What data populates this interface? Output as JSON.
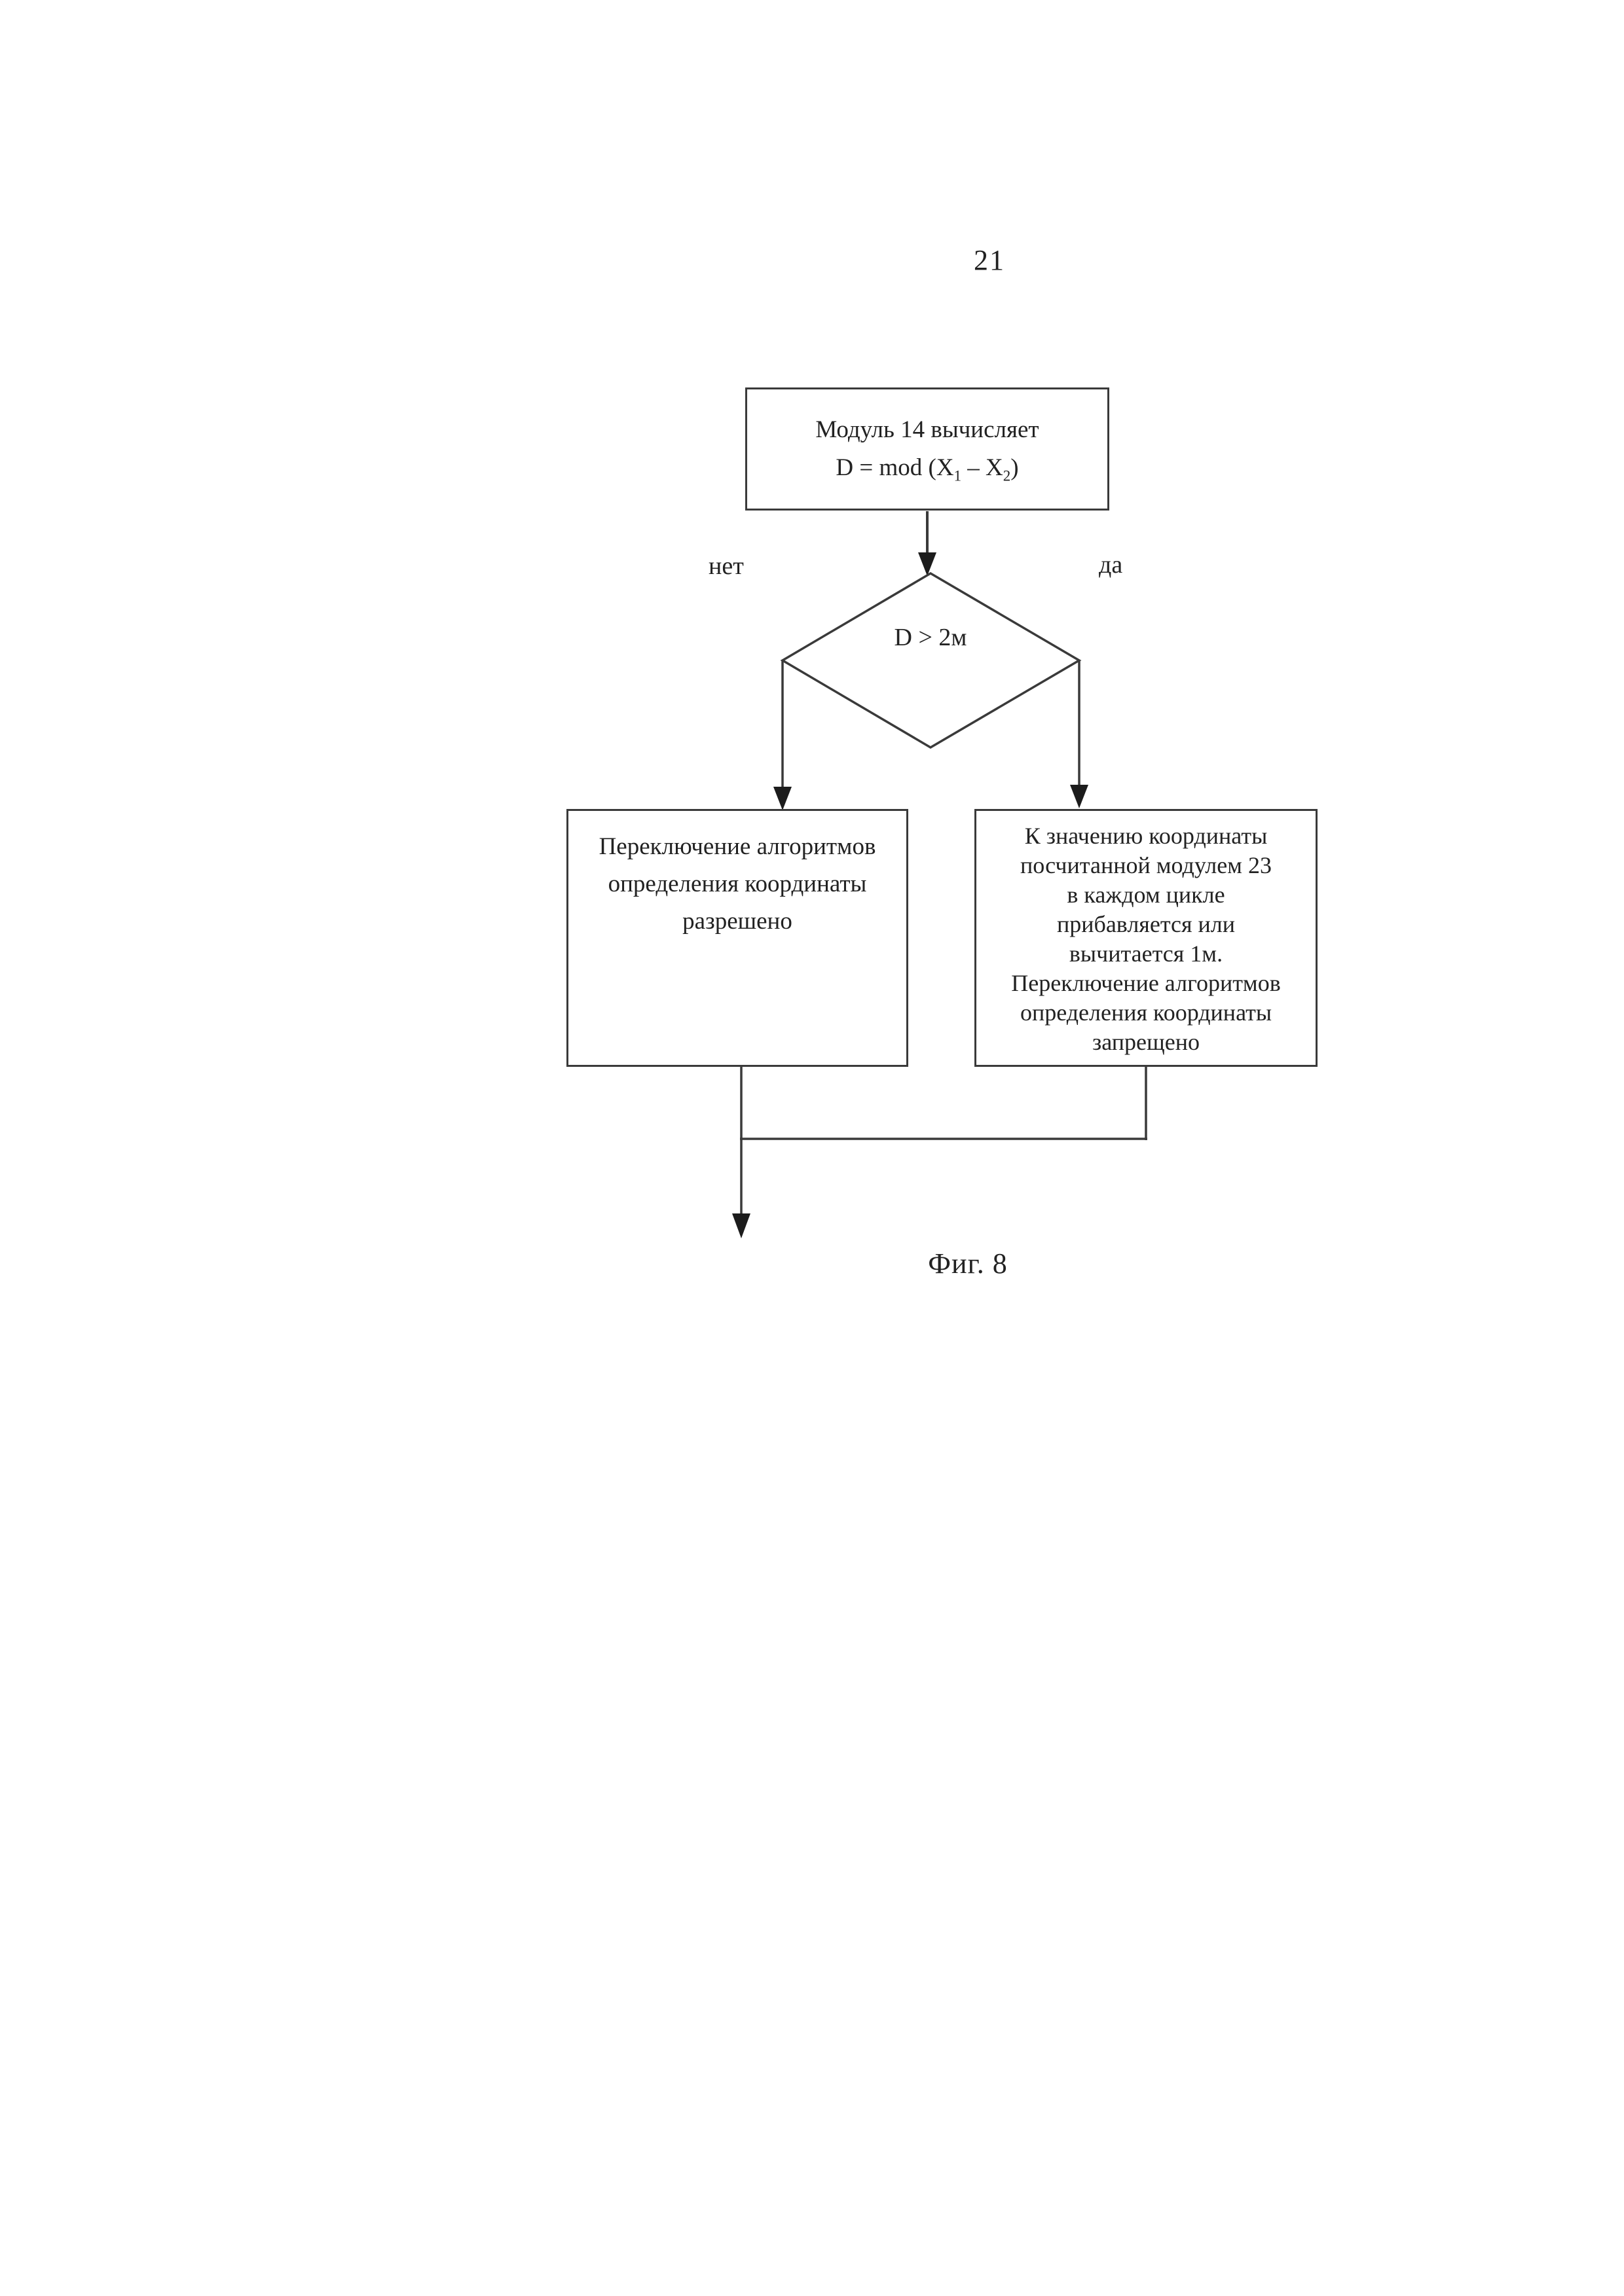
{
  "page": {
    "number": "21"
  },
  "figure": {
    "caption": "Фиг. 8"
  },
  "colors": {
    "ink": "#222222",
    "line": "#3a3a3a",
    "background": "#ffffff"
  },
  "flowchart": {
    "start_box": {
      "line1": "Модуль 14 вычисляет",
      "formula": {
        "prefix": "D = mod (X",
        "sub1": "1",
        "mid": " – X",
        "sub2": "2",
        "suffix": ")"
      }
    },
    "decision": {
      "label": "D > 2м",
      "no_label": "нет",
      "yes_label": "да"
    },
    "no_box": {
      "lines": [
        "Переключение алгоритмов",
        "определения координаты",
        "разрешено"
      ]
    },
    "yes_box": {
      "lines": [
        "К значению координаты",
        "посчитанной модулем 23",
        "в каждом цикле",
        "прибавляется или",
        "вычитается 1м.",
        "Переключение алгоритмов",
        "определения координаты",
        "запрещено"
      ]
    }
  }
}
